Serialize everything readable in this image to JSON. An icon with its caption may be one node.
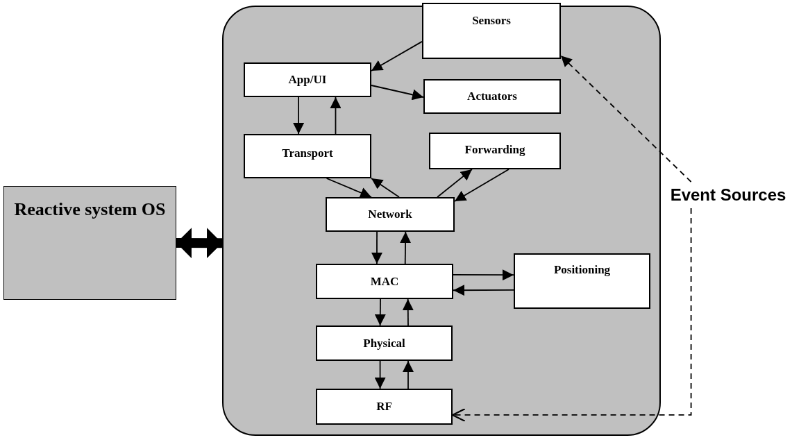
{
  "diagram": {
    "nodes": [
      {
        "text": [
          "Reactive system OS"
        ]
      },
      {
        "text": [],
        "shape": "box"
      },
      {
        "text": [
          "Sensors"
        ],
        "in": 1
      },
      {
        "text": [
          "App/UI"
        ],
        "in": 1
      },
      {
        "text": [
          "Actuators"
        ],
        "in": 1
      },
      {
        "text": [
          "Transport"
        ],
        "in": 1
      },
      {
        "text": [
          "Forwarding"
        ],
        "in": 1
      },
      {
        "text": [
          "Network"
        ],
        "in": 1
      },
      {
        "text": [
          "MAC"
        ],
        "in": 1
      },
      {
        "text": [
          "Positioning"
        ],
        "in": 1
      },
      {
        "text": [
          "Physical"
        ],
        "in": 1
      },
      {
        "text": [
          "RF"
        ],
        "in": 1
      },
      {
        "text": [
          "Event Sources"
        ]
      }
    ],
    "edges": [
      {
        "from": 0,
        "to": 1,
        "arrow": "both",
        "style": "thick"
      },
      {
        "from": 2,
        "to": 3,
        "arrow": "to"
      },
      {
        "from": 3,
        "to": 4,
        "arrow": "to"
      },
      {
        "from": 3,
        "to": 5,
        "arrow": "to"
      },
      {
        "from": 5,
        "to": 3,
        "arrow": "to"
      },
      {
        "from": 5,
        "to": 7,
        "arrow": "to"
      },
      {
        "from": 7,
        "to": 5,
        "arrow": "to"
      },
      {
        "from": 7,
        "to": 6,
        "arrow": "to"
      },
      {
        "from": 6,
        "to": 7,
        "arrow": "to"
      },
      {
        "from": 7,
        "to": 8,
        "arrow": "to"
      },
      {
        "from": 8,
        "to": 7,
        "arrow": "to"
      },
      {
        "from": 8,
        "to": 9,
        "arrow": "to"
      },
      {
        "from": 9,
        "to": 8,
        "arrow": "to"
      },
      {
        "from": 8,
        "to": 10,
        "arrow": "to"
      },
      {
        "from": 10,
        "to": 8,
        "arrow": "to"
      },
      {
        "from": 10,
        "to": 11,
        "arrow": "to"
      },
      {
        "from": 11,
        "to": 10,
        "arrow": "to"
      },
      {
        "from": 12,
        "to": 2,
        "arrow": "to",
        "style": "dashed"
      },
      {
        "from": 12,
        "to": 11,
        "arrow": "to",
        "style": "dashed"
      }
    ]
  }
}
